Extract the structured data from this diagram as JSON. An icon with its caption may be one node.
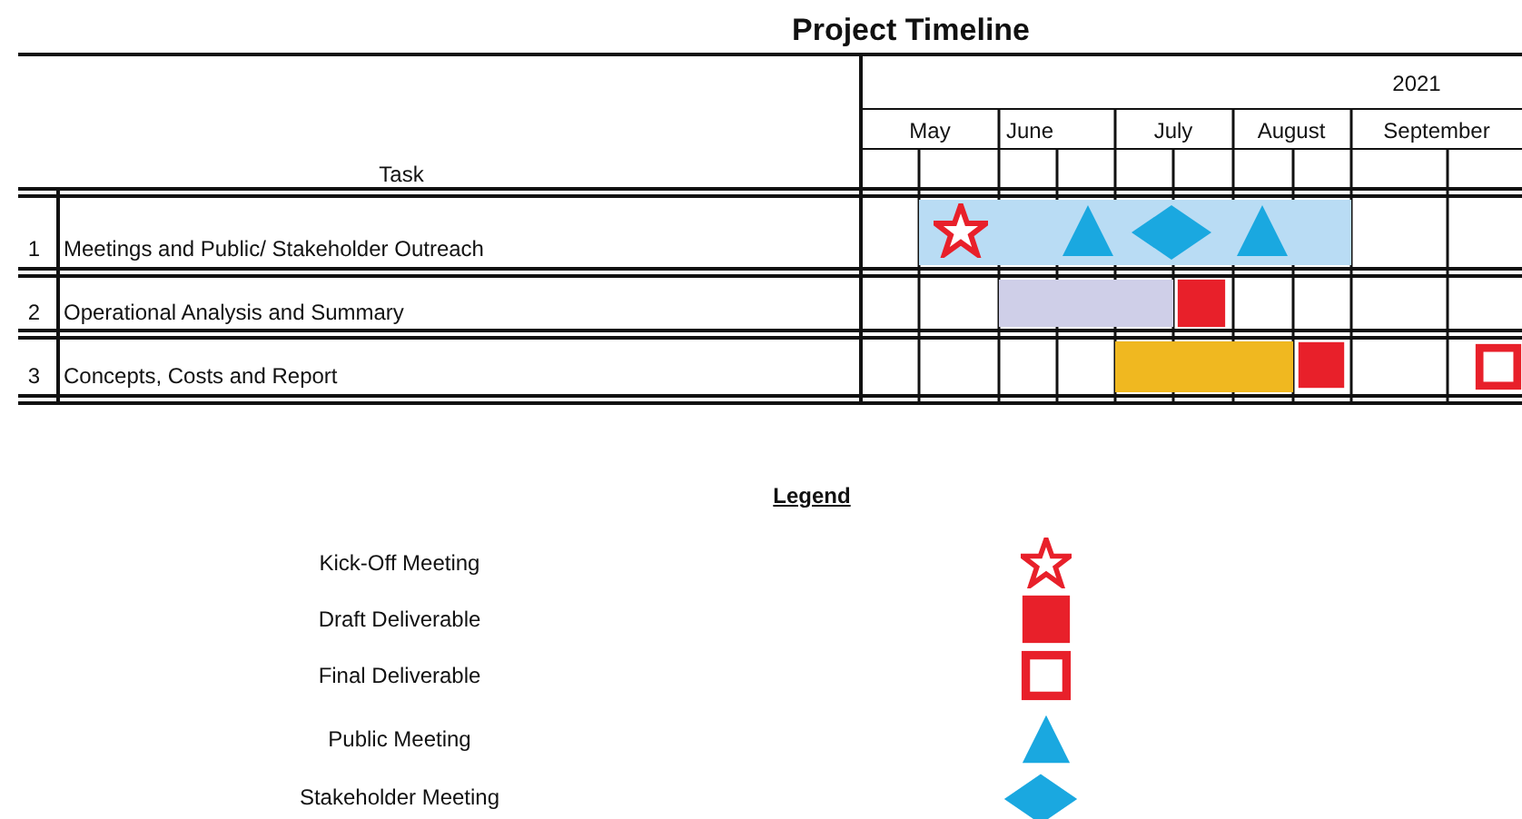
{
  "diagram": {
    "title": "Project Timeline",
    "nodes": [
      {
        "text": [],
        "shape": "bar"
      },
      {
        "text": [],
        "shape": "bar"
      },
      {
        "text": [],
        "shape": "bar"
      }
    ],
    "labels": [
      "2021",
      "May",
      "June",
      "July",
      "August",
      "September",
      "Task",
      "1",
      "Meetings and Public/ Stakeholder Outreach",
      "2",
      "Operational Analysis and Summary",
      "3",
      "Concepts, Costs and Report",
      "Legend"
    ],
    "legend": [
      {
        "text": "Kick-Off Meeting"
      },
      {
        "text": "Draft Deliverable"
      },
      {
        "text": "Final Deliverable"
      },
      {
        "text": "Public Meeting"
      },
      {
        "text": "Stakeholder Meeting"
      }
    ]
  }
}
